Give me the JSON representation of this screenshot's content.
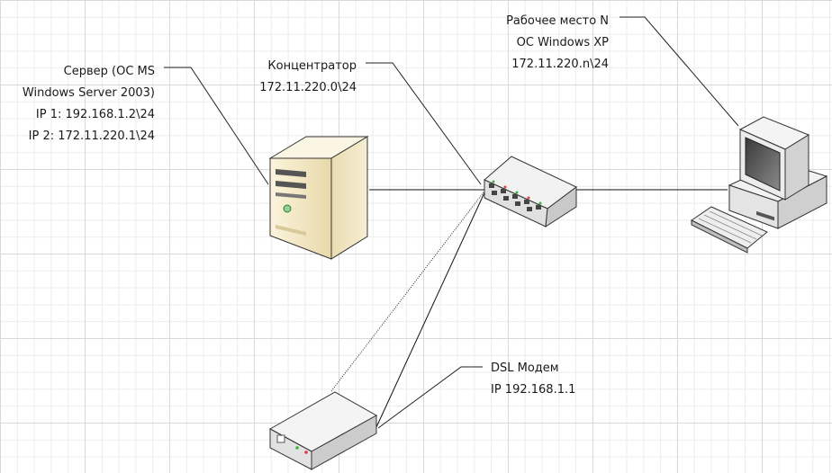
{
  "server": {
    "lines": [
      "Сервер (ОС MS",
      "Windows Server 2003)",
      "IP 1: 192.168.1.2\\24",
      "IP 2: 172.11.220.1\\24"
    ]
  },
  "hub": {
    "lines": [
      "Концентратор",
      "172.11.220.0\\24"
    ]
  },
  "workstation": {
    "lines": [
      "Рабочее место N",
      "ОС Windows XP",
      "172.11.220.n\\24"
    ]
  },
  "modem": {
    "lines": [
      "DSL Модем",
      "IP 192.168.1.1"
    ]
  }
}
